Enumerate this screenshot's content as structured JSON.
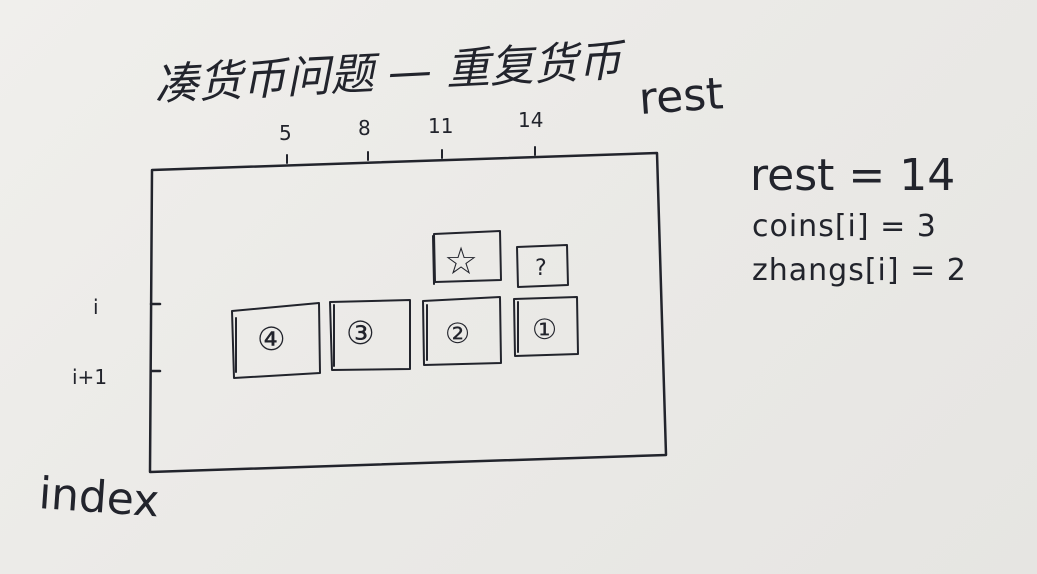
{
  "title": "凑货币问题 — 重复货币",
  "x_axis": {
    "label": "rest",
    "ticks": [
      "5",
      "8",
      "11",
      "14"
    ]
  },
  "y_axis": {
    "label": "index",
    "ticks": [
      "i",
      "i+1"
    ]
  },
  "notes": {
    "line1": "rest = 14",
    "line2": "coins[i] = 3",
    "line3": "zhangs[i] = 2"
  },
  "cells": {
    "star": "☆",
    "question": "?",
    "c1": "①",
    "c2": "②",
    "c3": "③",
    "c4": "④"
  }
}
